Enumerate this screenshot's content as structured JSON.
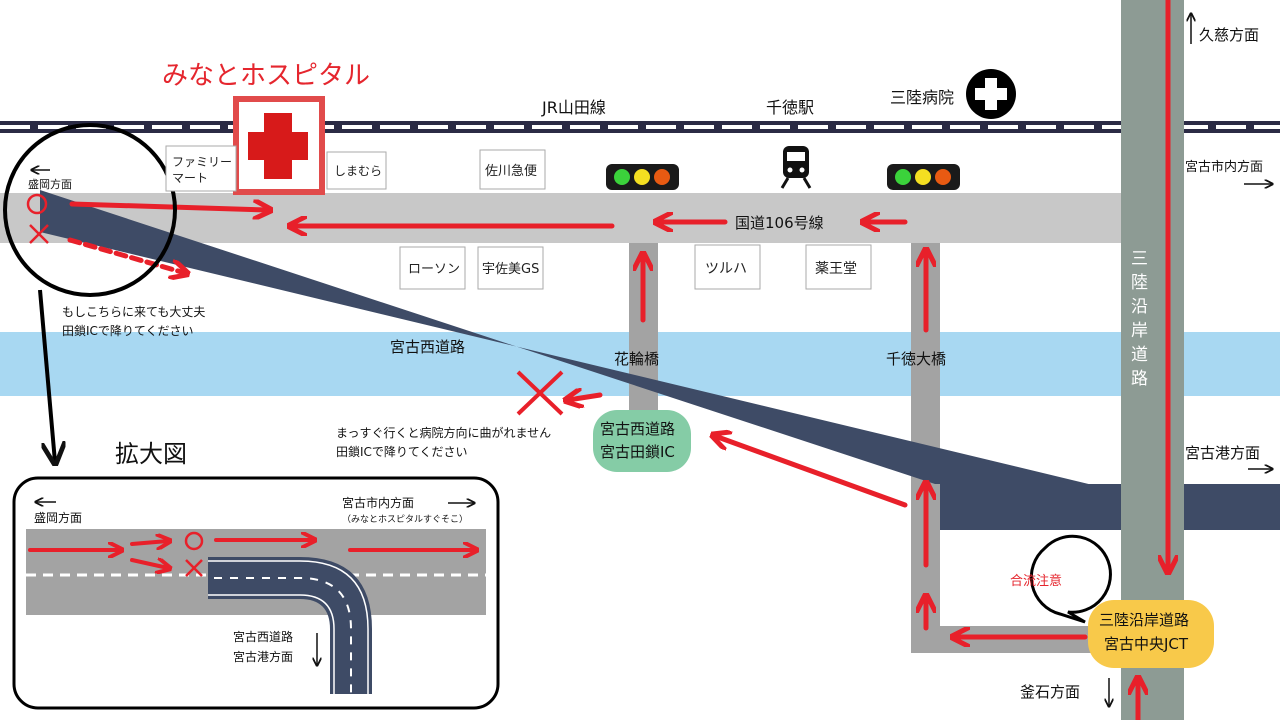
{
  "hospital": {
    "name": "みなとホスピタル"
  },
  "railway": {
    "line_name": "JR山田線",
    "station": "千徳駅"
  },
  "sanriku_hospital": {
    "name": "三陸病院"
  },
  "directions": {
    "kuji": "久慈方面",
    "miyako_city": "宮古市内方面",
    "morioka": "盛岡方面",
    "miyako_port": "宮古港方面",
    "kamaishi": "釜石方面"
  },
  "shops": {
    "familymart": "ファミリー\nマート",
    "familymart_line1": "ファミリー",
    "familymart_line2": "マート",
    "shimamura": "しまむら",
    "sagawa": "佐川急便",
    "lawson": "ローソン",
    "usami_gs": "宇佐美GS",
    "tsuruha": "ツルハ",
    "yakuodo": "薬王堂"
  },
  "roads": {
    "route106": "国道106号線",
    "miyako_west": "宮古西道路",
    "sanriku_expressway": "三陸沿岸道路",
    "sanriku_expressway_chars": [
      "三",
      "陸",
      "沿",
      "岸",
      "道",
      "路"
    ]
  },
  "bridges": {
    "hanawa": "花輪橋",
    "sentoku": "千徳大橋"
  },
  "interchanges": {
    "tagusari_line1": "宮古西道路",
    "tagusari_line2": "宮古田鎖IC",
    "jct_line1": "三陸沿岸道路",
    "jct_line2": "宮古中央JCT"
  },
  "notes": {
    "detour_line1": "もしこちらに来ても大丈夫",
    "detour_line2": "田鎖ICで降りてください",
    "straight_line1": "まっすぐ行くと病院方向に曲がれません",
    "straight_line2": "田鎖ICで降りてください",
    "merge_caution": "合流注意"
  },
  "inset": {
    "title": "拡大図",
    "morioka": "盛岡方面",
    "miyako_city": "宮古市内方面",
    "hospital_near": "（みなとホスピタルすぐそこ）",
    "west_road_line1": "宮古西道路",
    "west_road_line2": "宮古港方面"
  },
  "colors": {
    "route_red": "#e8202a",
    "road_gray": "#c8c8c8",
    "expressway_gray": "#8d9b94",
    "west_road_navy": "#3e4b66",
    "river": "#a8d8f2",
    "rail": "#2b2b45",
    "ic_green": "#85cca6",
    "jct_yellow": "#f8c94a"
  }
}
